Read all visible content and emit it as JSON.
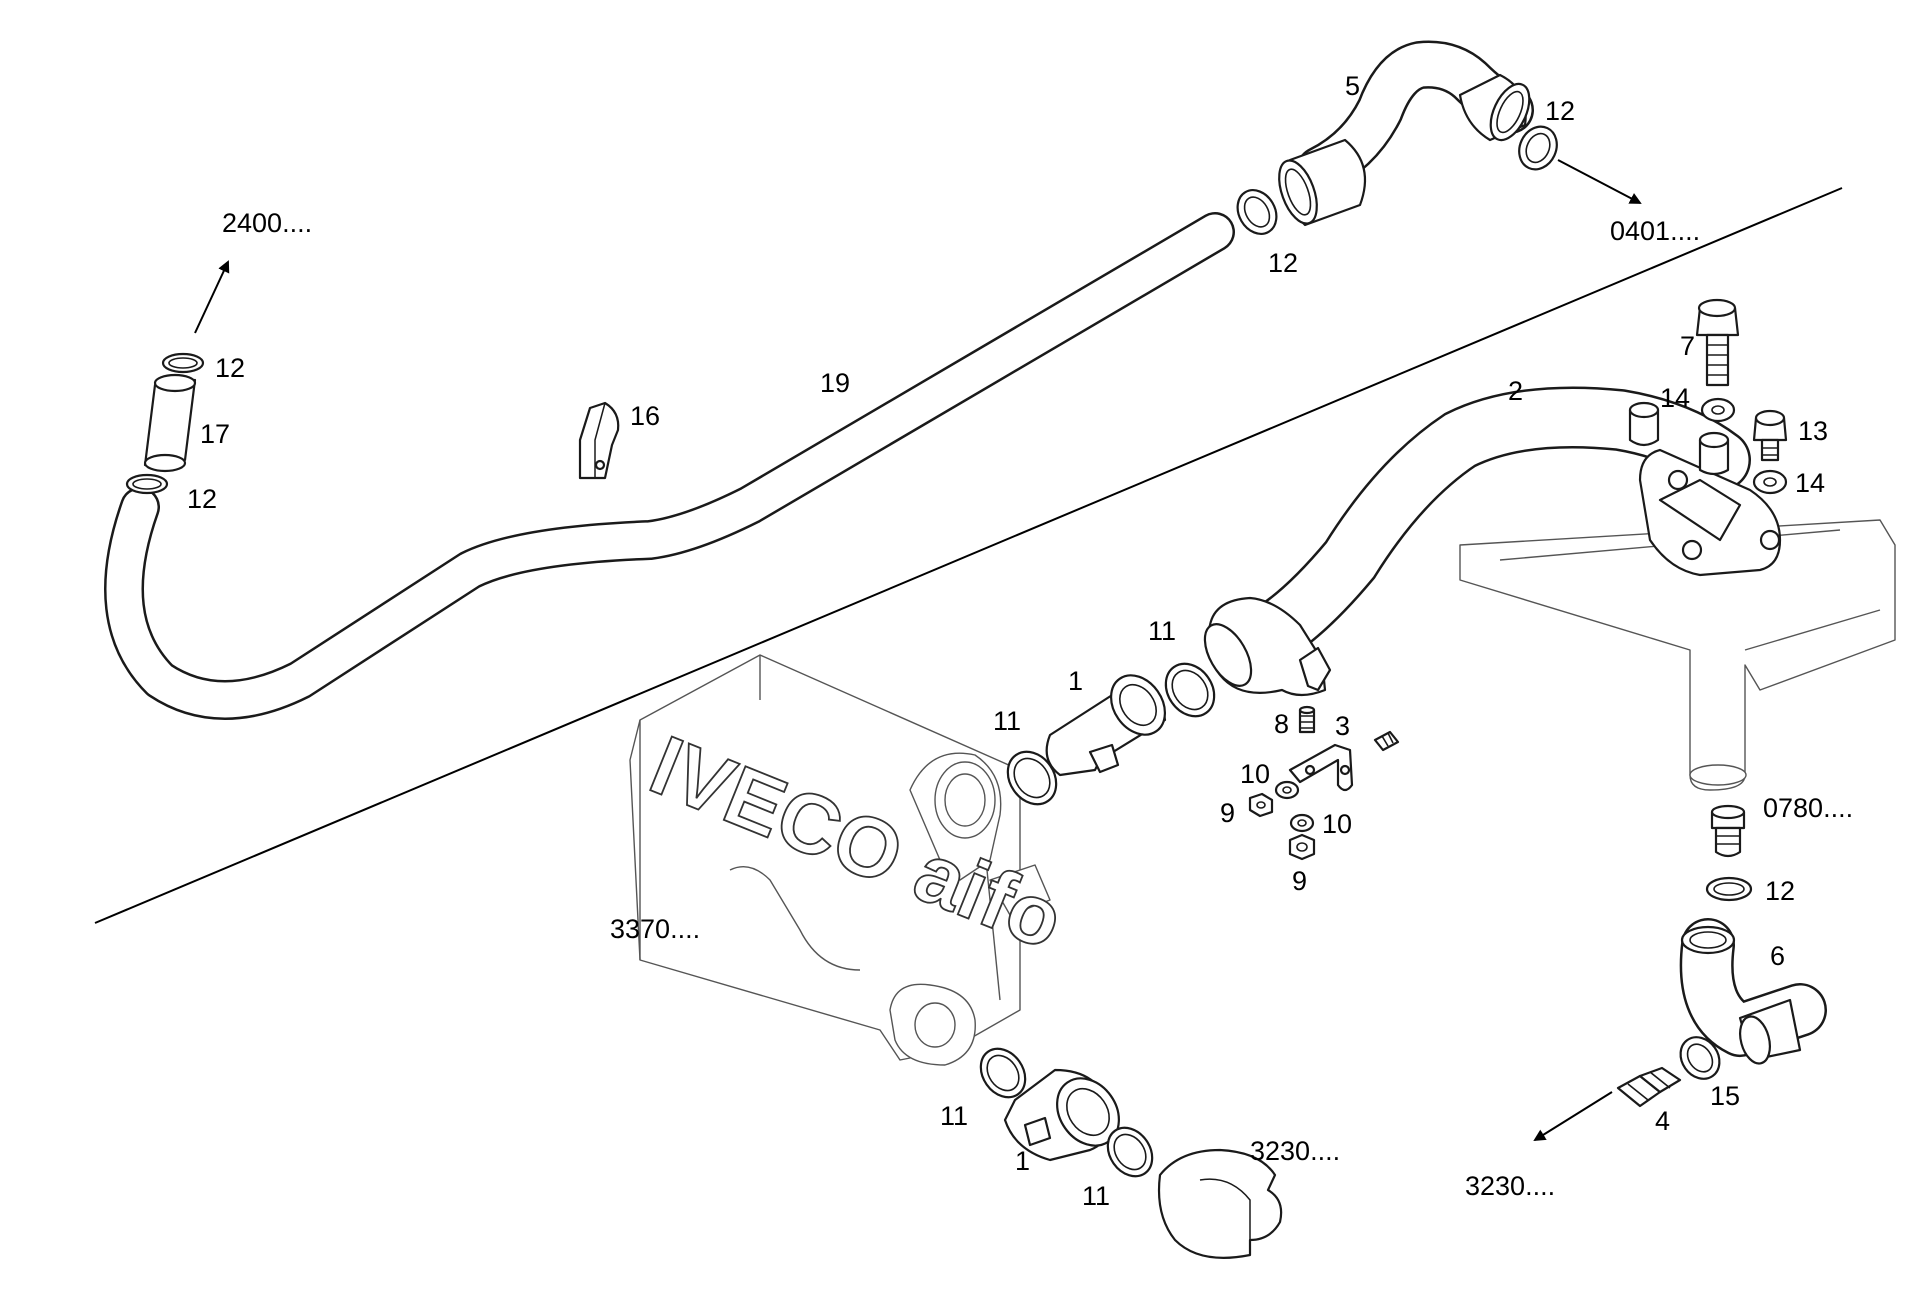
{
  "diagram": {
    "callouts": [
      "1",
      "1",
      "2",
      "3",
      "4",
      "5",
      "6",
      "7",
      "8",
      "9",
      "9",
      "10",
      "10",
      "11",
      "11",
      "11",
      "11",
      "12",
      "12",
      "12",
      "12",
      "12",
      "13",
      "14",
      "14",
      "15",
      "16",
      "17",
      "19"
    ],
    "references": [
      "2400....",
      "0401....",
      "0780....",
      "3370....",
      "3230....",
      "3230...."
    ],
    "brand_lettering": "IVECO aifo"
  }
}
